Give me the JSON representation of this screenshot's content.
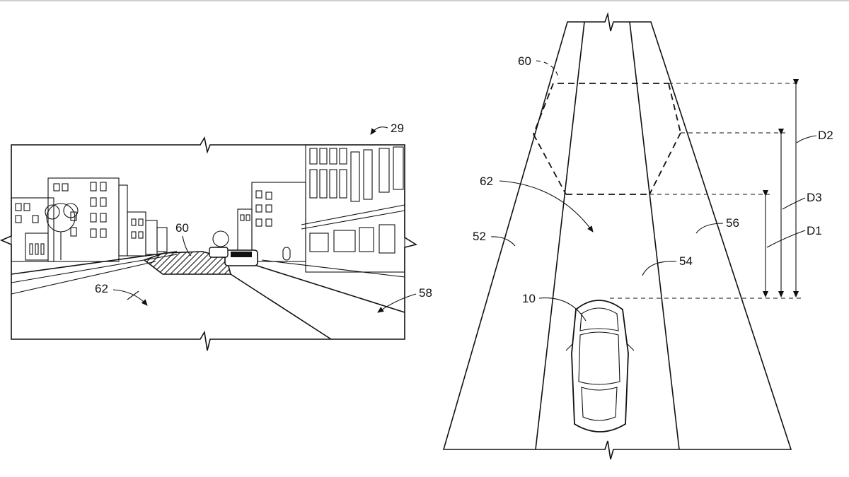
{
  "left_view": {
    "figure_ref": "29",
    "roi_ref": "60",
    "region_ref": "62",
    "lane_ref": "58"
  },
  "right_view": {
    "roi_ref": "60",
    "region_ref": "62",
    "lane_left_ref": "52",
    "lane_center_ref": "54",
    "lane_right_ref": "56",
    "vehicle_ref": "10",
    "distance_1": "D1",
    "distance_2": "D2",
    "distance_3": "D3"
  }
}
